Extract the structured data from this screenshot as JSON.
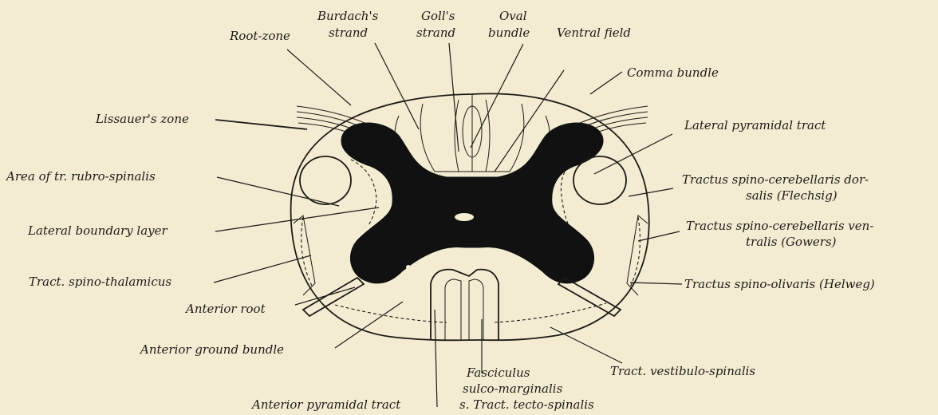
{
  "labels": {
    "root_zone": "Root-zone",
    "burdach_1": "Burdach's",
    "burdach_2": "strand",
    "goll_1": "Goll's",
    "goll_2": "strand",
    "oval_1": "Oval",
    "oval_2": "bundle",
    "ventral_field": "Ventral field",
    "comma_bundle": "Comma bundle",
    "lissauer": "Lissauer's zone",
    "lateral_pyramidal": "Lateral pyramidal tract",
    "rubro_spinalis": "Area of tr. rubro-spinalis",
    "spino_cerebellaris_dorsalis_1": "Tractus spino-cerebellaris dor-",
    "spino_cerebellaris_dorsalis_2": "salis (Flechsig)",
    "lateral_boundary": "Lateral boundary layer",
    "spino_cerebellaris_ventralis_1": "Tractus spino-cerebellaris ven-",
    "spino_cerebellaris_ventralis_2": "tralis (Gowers)",
    "spino_thalamicus": "Tract. spino-thalamicus",
    "spino_olivaris": "Tractus spino-olivaris (Helweg)",
    "anterior_root": "Anterior root",
    "anterior_ground": "Anterior ground bundle",
    "vestibulo": "Tract. vestibulo-spinalis",
    "fasciculus_1": "Fasciculus",
    "fasciculus_2": "sulco-marginalis",
    "fasciculus_3": "s. Tract. tecto-spinalis",
    "anterior_pyramidal": "Anterior pyramidal tract"
  },
  "colors": {
    "background": "#f3ecd2",
    "ink": "#1d1a16"
  }
}
